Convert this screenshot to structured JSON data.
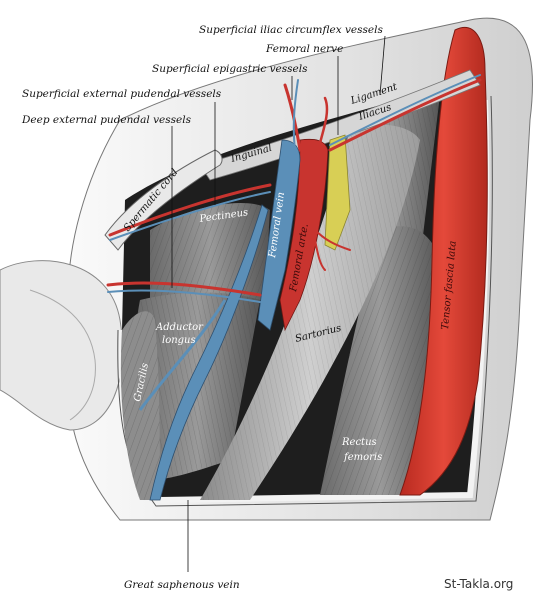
{
  "labels": {
    "superficial_iliac_circumflex": "Superficial iliac circumflex vessels",
    "femoral_nerve": "Femoral nerve",
    "superficial_epigastric": "Superficial epigastric vessels",
    "superficial_external_pudendal": "Superficial external pudendal vessels",
    "deep_external_pudendal": "Deep external pudendal vessels",
    "great_saphenous_vein": "Great saphenous vein"
  },
  "inline_labels": {
    "spermatic_cord": "Spermatic cord",
    "inguinal": "Inguinal",
    "ligament": "Ligament",
    "iliacus": "Iliacus",
    "pectineus": "Pectineus",
    "femoral_vein": "Femoral vein",
    "femoral_artery": "Femoral arte.",
    "tensor_fasciae_latae": "Tensor fascia lata",
    "adductor": "Adductor",
    "longus": "longus",
    "gracilis": "Gracilis",
    "sartorius": "Sartorius",
    "rectus": "Rectus",
    "femoris": "femoris"
  },
  "watermark": "St-Takla.org",
  "colors": {
    "artery": "#c8342f",
    "vein": "#5b8fb8",
    "nerve": "#d8cf55",
    "muscle_red": "#d8392b",
    "skin": "#e8e8e8"
  }
}
